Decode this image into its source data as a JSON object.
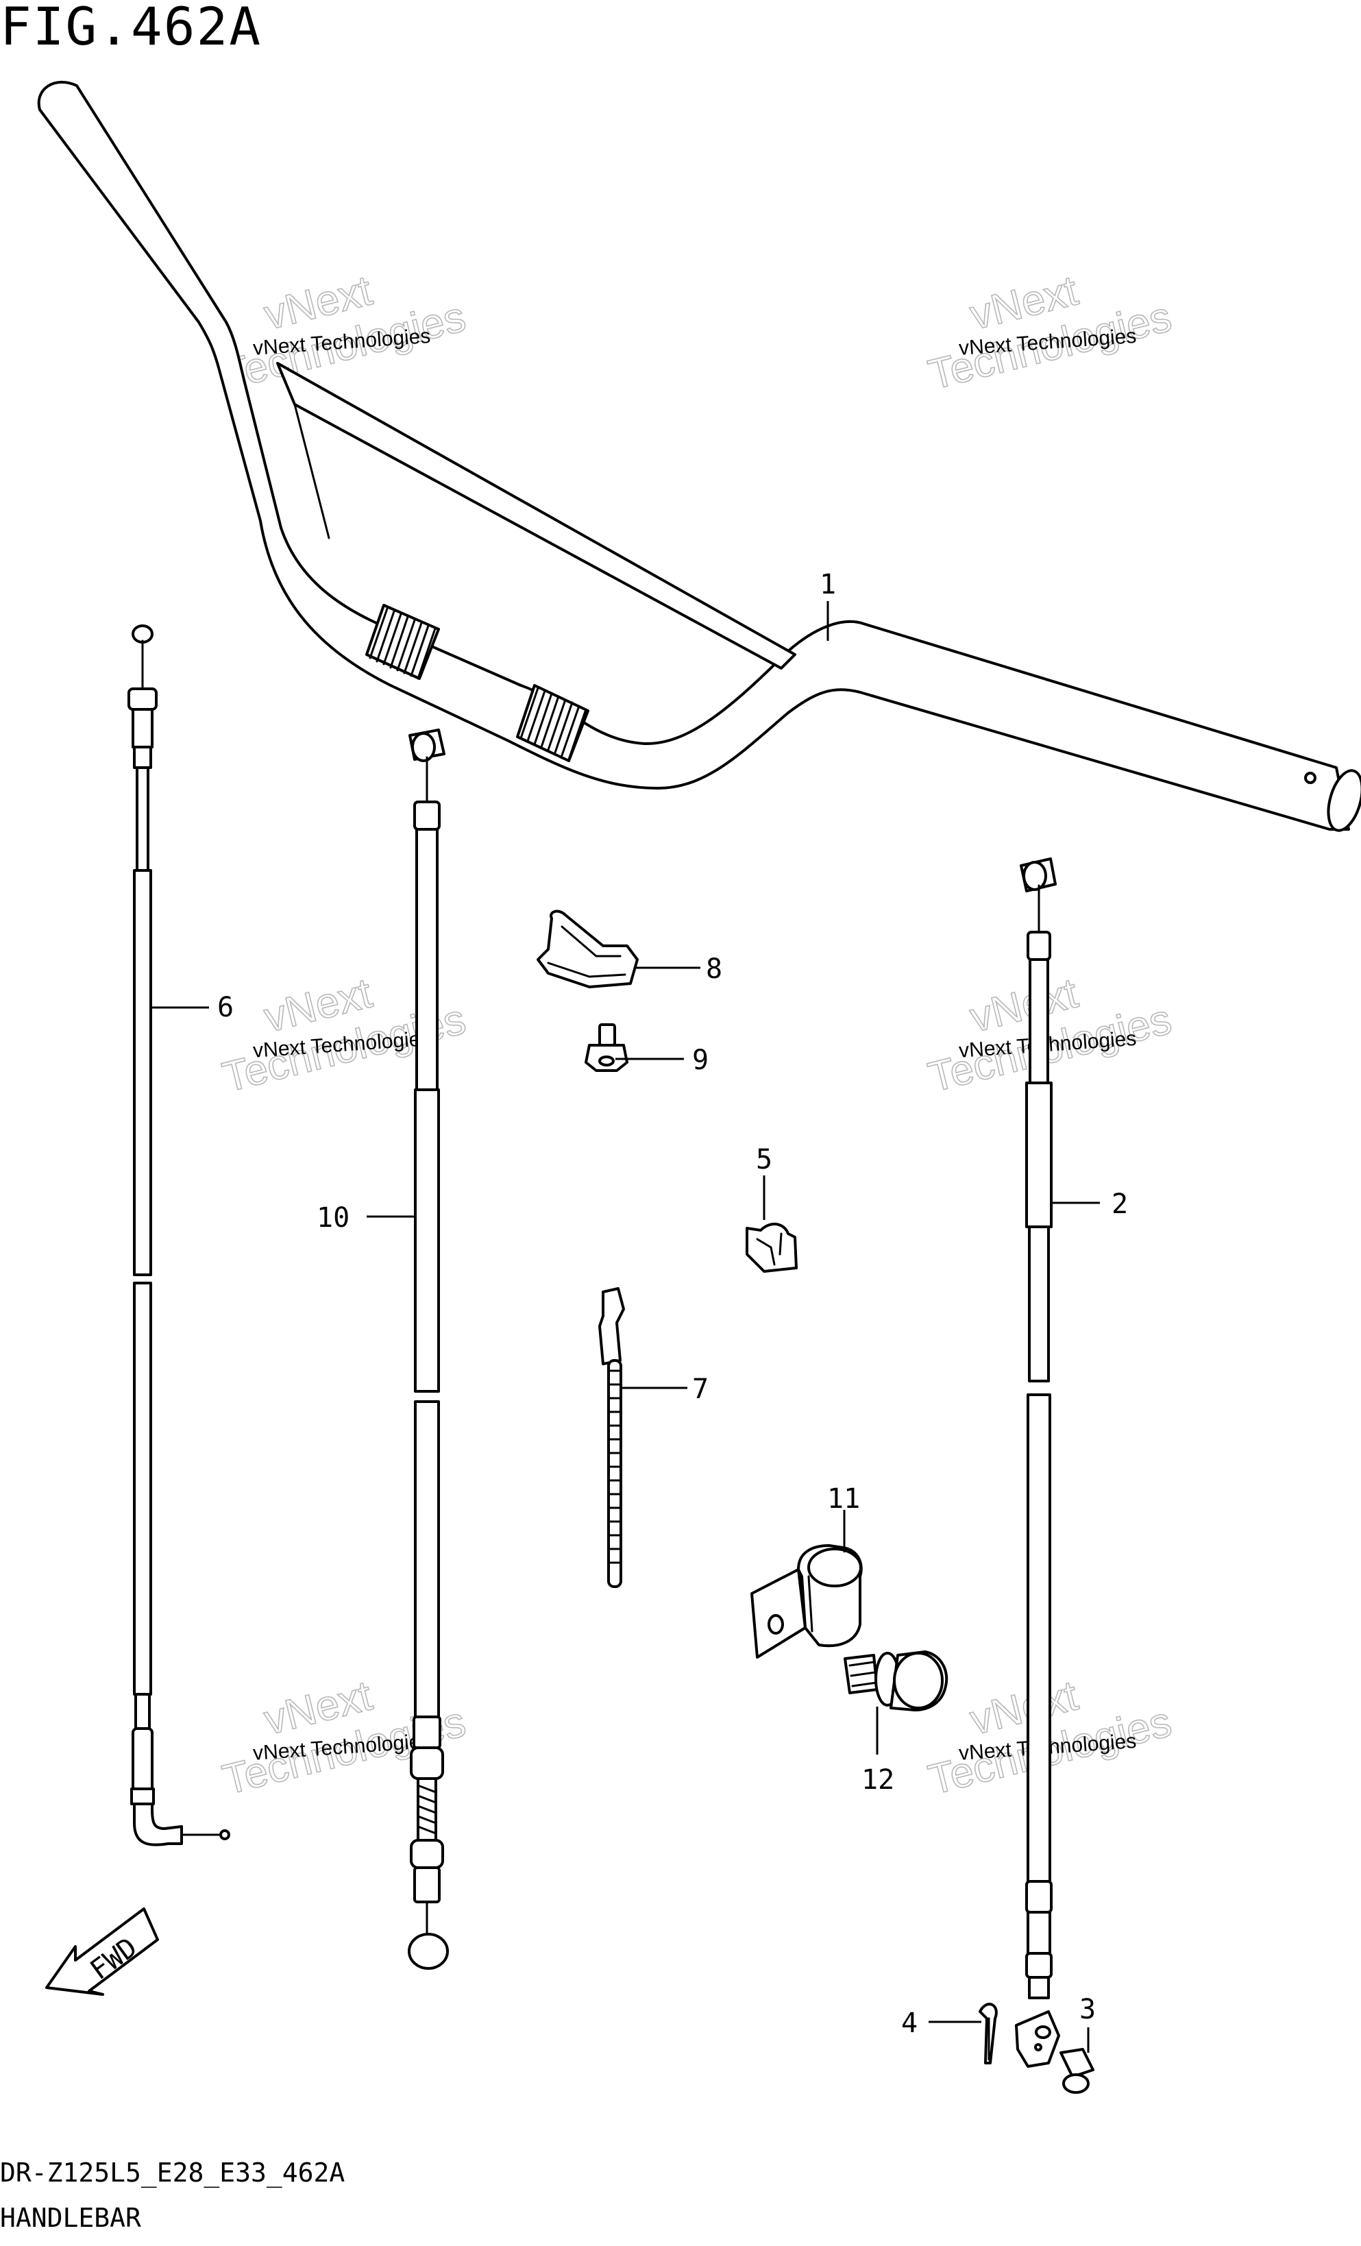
{
  "figure": {
    "title": "FIG.462A",
    "code": "DR-Z125L5_E28_E33_462A",
    "name": "HANDLEBAR"
  },
  "watermark": {
    "line1": "vNext Technologies",
    "big1": "vNext",
    "big2": "Technologies"
  },
  "fwd_label": "FWD",
  "callouts": [
    "1",
    "2",
    "3",
    "4",
    "5",
    "6",
    "7",
    "8",
    "9",
    "10",
    "11",
    "12"
  ]
}
